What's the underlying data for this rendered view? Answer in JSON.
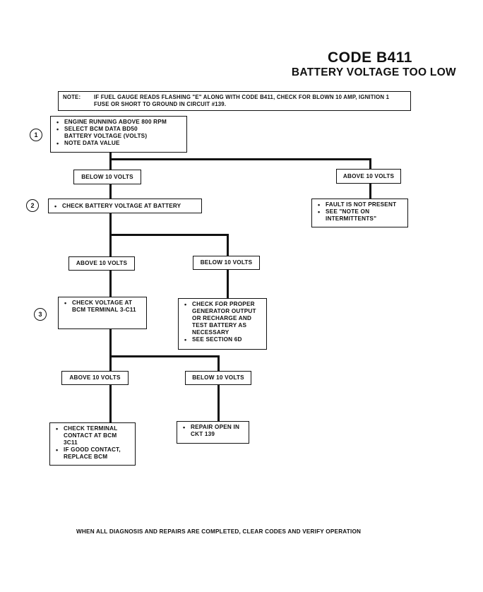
{
  "title": "CODE B411",
  "subtitle": "BATTERY VOLTAGE TOO LOW",
  "note": {
    "label": "NOTE:",
    "text": "IF FUEL GAUGE READS FLASHING \"E\" ALONG WITH CODE B411, CHECK FOR BLOWN 10 AMP, IGNITION 1 FUSE OR SHORT TO GROUND IN CIRCUIT #139."
  },
  "steps": [
    "1",
    "2",
    "3"
  ],
  "boxes": {
    "step1": [
      "ENGINE RUNNING ABOVE 800 RPM",
      "SELECT BCM DATA BD50",
      "BATTERY VOLTAGE (VOLTS)",
      "NOTE DATA VALUE"
    ],
    "below1": "BELOW 10 VOLTS",
    "above1": "ABOVE 10 VOLTS",
    "step2": "CHECK BATTERY VOLTAGE AT BATTERY",
    "fault": [
      "FAULT IS NOT PRESENT",
      "SEE \"NOTE ON INTERMITTENTS\""
    ],
    "above2": "ABOVE 10 VOLTS",
    "below2": "BELOW 10  VOLTS",
    "step3": "CHECK VOLTAGE AT BCM TERMINAL 3-C11",
    "generator": [
      "CHECK FOR PROPER GENERATOR OUTPUT OR RECHARGE AND TEST BATTERY AS NECESSARY",
      "SEE SECTION 6D"
    ],
    "above3": "ABOVE 10 VOLTS",
    "below3": "BELOW 10 VOLTS",
    "terminal": [
      "CHECK TERMINAL CONTACT AT BCM 3C11",
      "IF GOOD CONTACT, REPLACE BCM"
    ],
    "repair": "REPAIR OPEN IN CKT 139"
  },
  "footer": "WHEN ALL DIAGNOSIS AND REPAIRS ARE COMPLETED, CLEAR CODES AND VERIFY OPERATION"
}
